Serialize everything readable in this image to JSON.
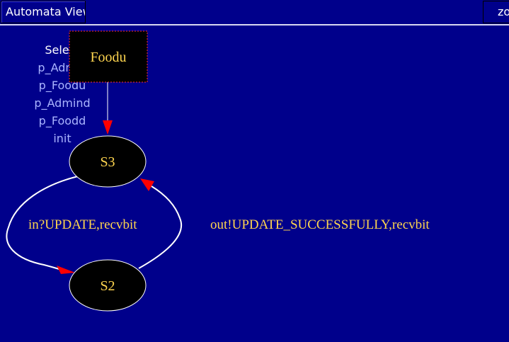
{
  "window": {
    "title": "Automata View",
    "zoom_tab_label": "zo"
  },
  "select_menu": {
    "title": "Select",
    "items": [
      "p_Admin",
      "p_Foodu",
      "p_Admind",
      "p_Foodd",
      "init"
    ]
  },
  "automaton": {
    "process_box_label": "Foodu",
    "states": [
      "S3",
      "S2"
    ],
    "transitions": [
      {
        "from": "S3",
        "to": "S2",
        "label": "in?UPDATE,recvbit"
      },
      {
        "from": "S2",
        "to": "S3",
        "label": "out!UPDATE_SUCCESSFULLY,recvbit"
      }
    ]
  },
  "colors": {
    "background": "#00008b",
    "node_fill": "#000000",
    "label_text": "#ffd54f",
    "edge": "#ffffff",
    "arrowhead": "#ff0000",
    "menu_item_text": "#aab4ff"
  }
}
